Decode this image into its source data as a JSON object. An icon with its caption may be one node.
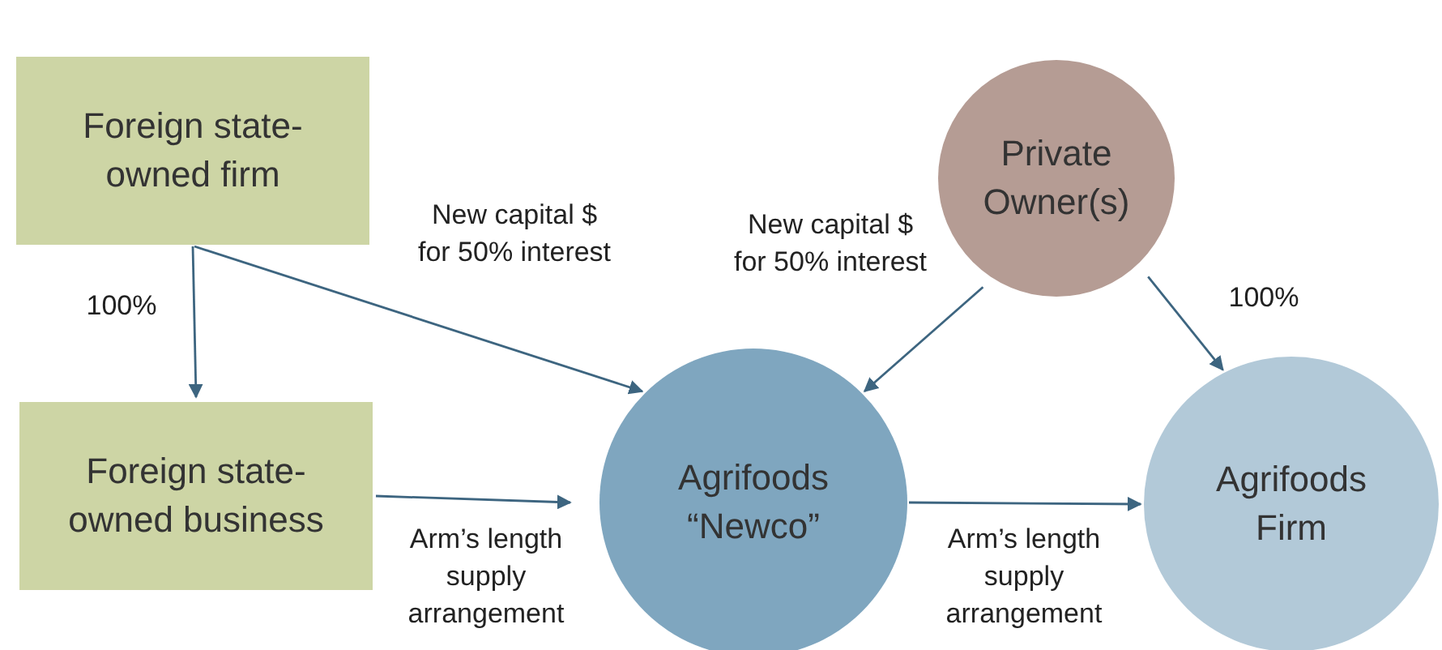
{
  "diagram": {
    "nodes": [
      {
        "text": [
          "Foreign state-owned firm"
        ]
      },
      {
        "text": [
          "Foreign state-owned business"
        ]
      },
      {
        "text": [
          "Private Owner(s)"
        ]
      },
      {
        "text": [
          "Agrifoods “Newco”"
        ]
      },
      {
        "text": [
          "Agrifoods Firm"
        ]
      }
    ],
    "edges": [
      {
        "from": 0,
        "to": 1,
        "arrow": "to",
        "label": "100%"
      },
      {
        "from": 0,
        "to": 3,
        "arrow": "to",
        "label": "New capital $ for 50% interest"
      },
      {
        "from": 2,
        "to": 3,
        "arrow": "to",
        "label": "New capital $ for 50% interest"
      },
      {
        "from": 2,
        "to": 4,
        "arrow": "to",
        "label": "100%"
      },
      {
        "from": 1,
        "to": 3,
        "arrow": "to",
        "label": "Arm’s length supply arrangement"
      },
      {
        "from": 3,
        "to": 4,
        "arrow": "to",
        "label": "Arm’s length supply arrangement"
      }
    ]
  }
}
